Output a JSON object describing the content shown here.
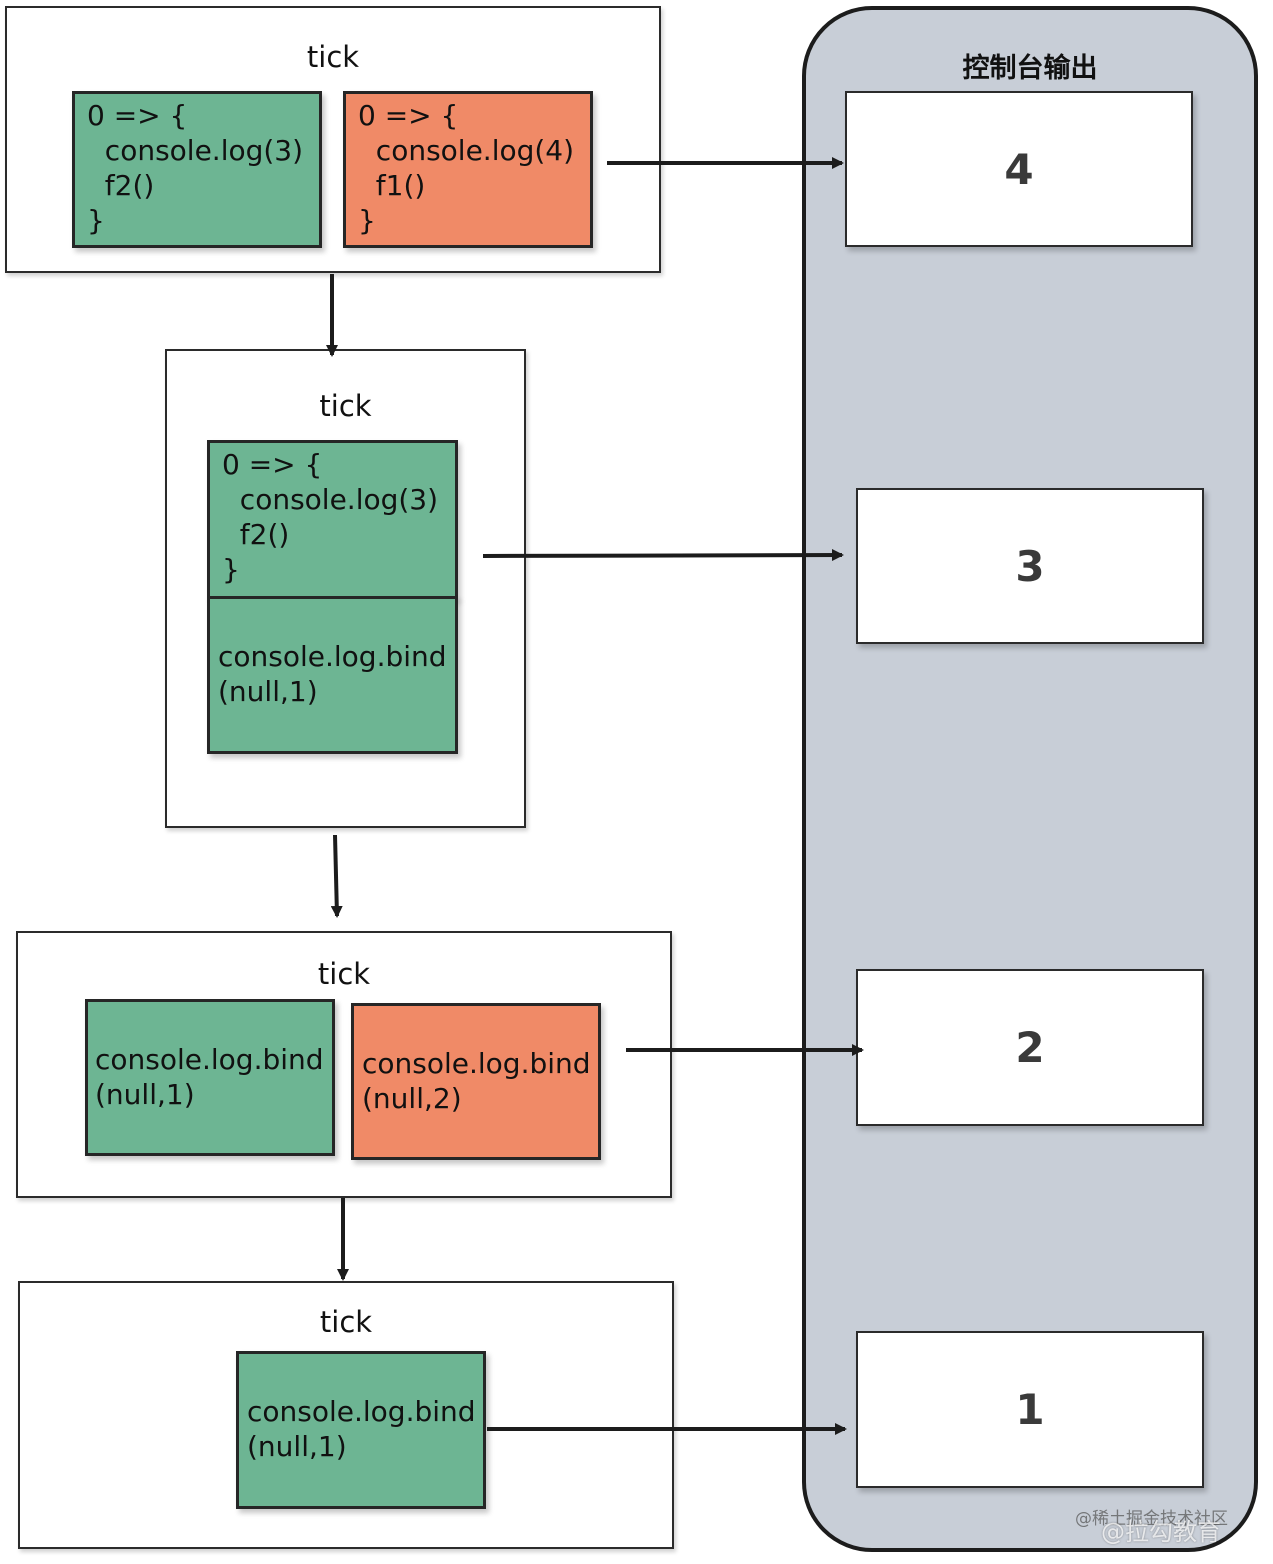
{
  "console_panel": {
    "title": "控制台输出"
  },
  "ticks": [
    {
      "label": "tick",
      "callbacks": [
        {
          "color": "green",
          "lines": [
            "0 => {",
            "  console.log(3)",
            "  f2()",
            "}"
          ]
        },
        {
          "color": "orange",
          "lines": [
            "0 => {",
            "  console.log(4)",
            "  f1()",
            "}"
          ]
        }
      ]
    },
    {
      "label": "tick",
      "callbacks": [
        {
          "color": "green",
          "lines": [
            "0 => {",
            "  console.log(3)",
            "  f2()",
            "}"
          ]
        },
        {
          "color": "green",
          "lines": [
            "console.log.bind",
            "(null,1)"
          ]
        }
      ]
    },
    {
      "label": "tick",
      "callbacks": [
        {
          "color": "green",
          "lines": [
            "console.log.bind",
            "(null,1)"
          ]
        },
        {
          "color": "orange",
          "lines": [
            "console.log.bind",
            "(null,2)"
          ]
        }
      ]
    },
    {
      "label": "tick",
      "callbacks": [
        {
          "color": "green",
          "lines": [
            "console.log.bind",
            "(null,1)"
          ]
        }
      ]
    }
  ],
  "outputs": [
    "4",
    "3",
    "2",
    "1"
  ],
  "watermark": {
    "line1": "@稀土掘金技术社区",
    "line2": "@拉勾教育"
  },
  "colors": {
    "green": "#6db593",
    "orange": "#f08a67",
    "console_bg": "#c8ced7"
  }
}
